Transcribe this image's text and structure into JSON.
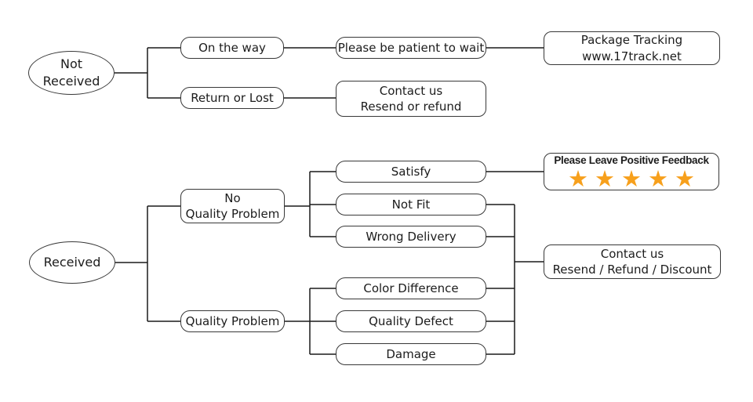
{
  "diagram": {
    "type": "flowchart",
    "nodes": {
      "not_received": {
        "label": "Not\nReceived",
        "shape": "ellipse"
      },
      "received": {
        "label": "Received",
        "shape": "ellipse"
      },
      "on_the_way": {
        "label": "On the way"
      },
      "return_or_lost": {
        "label": "Return or Lost"
      },
      "be_patient": {
        "label": "Please be patient to wait"
      },
      "package_tracking": {
        "label": "Package Tracking\nwww.17track.net"
      },
      "contact_not_received": {
        "label": "Contact us\nResend or refund"
      },
      "no_quality_problem": {
        "label": "No\nQuality Problem"
      },
      "quality_problem": {
        "label": "Quality Problem"
      },
      "satisfy": {
        "label": "Satisfy"
      },
      "not_fit": {
        "label": "Not Fit"
      },
      "wrong_delivery": {
        "label": "Wrong Delivery"
      },
      "color_difference": {
        "label": "Color Difference"
      },
      "quality_defect": {
        "label": "Quality Defect"
      },
      "damage": {
        "label": "Damage"
      },
      "positive_feedback": {
        "label": "Please Leave Positive Feedback",
        "stars": "★★★★★",
        "star_count": 5,
        "star_color": "#F7A01C"
      },
      "contact_received": {
        "label": "Contact us\nResend / Refund / Discount"
      }
    },
    "edges": [
      {
        "from": "not_received",
        "to": "on_the_way"
      },
      {
        "from": "not_received",
        "to": "return_or_lost"
      },
      {
        "from": "on_the_way",
        "to": "be_patient"
      },
      {
        "from": "be_patient",
        "to": "package_tracking"
      },
      {
        "from": "return_or_lost",
        "to": "contact_not_received"
      },
      {
        "from": "received",
        "to": "no_quality_problem"
      },
      {
        "from": "received",
        "to": "quality_problem"
      },
      {
        "from": "no_quality_problem",
        "to": "satisfy"
      },
      {
        "from": "no_quality_problem",
        "to": "not_fit"
      },
      {
        "from": "no_quality_problem",
        "to": "wrong_delivery"
      },
      {
        "from": "satisfy",
        "to": "positive_feedback"
      },
      {
        "from": "quality_problem",
        "to": "color_difference"
      },
      {
        "from": "quality_problem",
        "to": "quality_defect"
      },
      {
        "from": "quality_problem",
        "to": "damage"
      },
      {
        "from": "not_fit",
        "to": "contact_received"
      },
      {
        "from": "wrong_delivery",
        "to": "contact_received"
      },
      {
        "from": "color_difference",
        "to": "contact_received"
      },
      {
        "from": "quality_defect",
        "to": "contact_received"
      },
      {
        "from": "damage",
        "to": "contact_received"
      }
    ]
  }
}
